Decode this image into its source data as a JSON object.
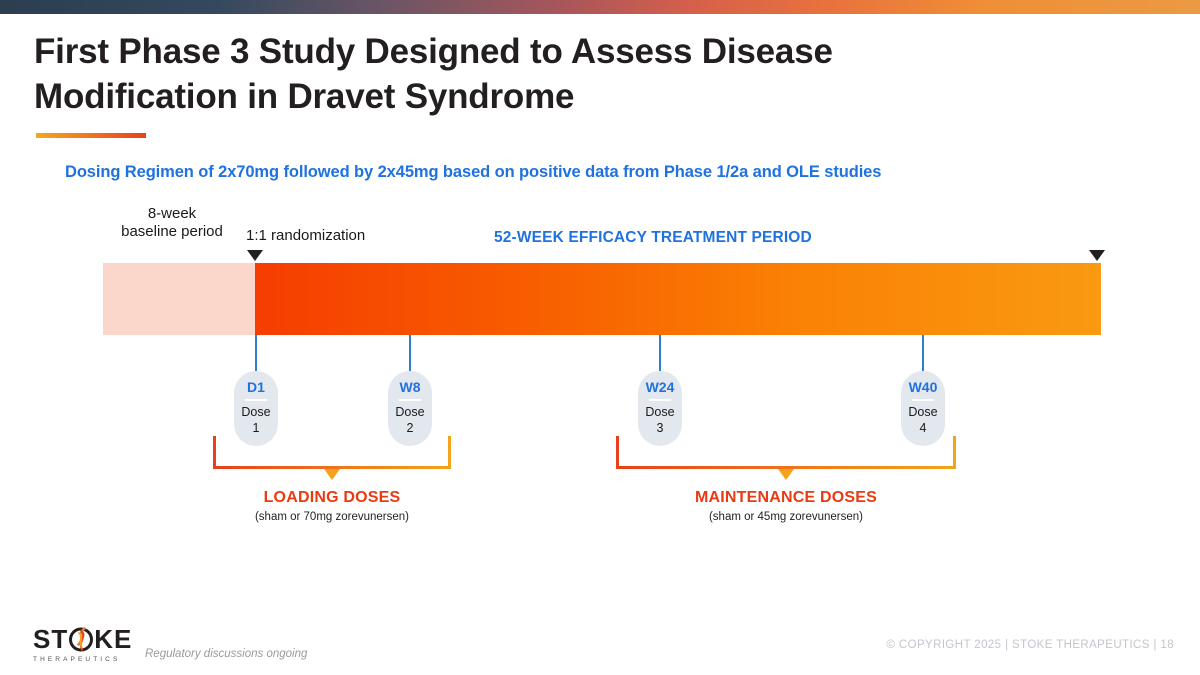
{
  "slide": {
    "title": "First Phase 3 Study Designed to Assess Disease Modification in Dravet Syndrome",
    "subtitle": "Dosing Regimen of 2x70mg followed by 2x45mg based on positive data from Phase 1/2a and OLE studies"
  },
  "timeline": {
    "baseline_label": "8-week\nbaseline period",
    "baseline_label_line1": "8-week",
    "baseline_label_line2": "baseline period",
    "randomization_label": "1:1 randomization",
    "efficacy_label": "52-WEEK EFFICACY TREATMENT PERIOD",
    "doses": [
      {
        "code": "D1",
        "dose_line1": "Dose",
        "dose_line2": "1"
      },
      {
        "code": "W8",
        "dose_line1": "Dose",
        "dose_line2": "2"
      },
      {
        "code": "W24",
        "dose_line1": "Dose",
        "dose_line2": "3"
      },
      {
        "code": "W40",
        "dose_line1": "Dose",
        "dose_line2": "4"
      }
    ],
    "brackets": [
      {
        "title": "LOADING DOSES",
        "subtitle": "(sham or 70mg zorevunersen)"
      },
      {
        "title": "MAINTENANCE DOSES",
        "subtitle": "(sham or 45mg zorevunersen)"
      }
    ]
  },
  "footer": {
    "logo_part1": "ST",
    "logo_part2": "KE",
    "logo_tagline": "THERAPEUTICS",
    "footnote": "Regulatory discussions ongoing",
    "copyright": "© COPYRIGHT 2025  |  STOKE THERAPEUTICS  |  18"
  },
  "colors": {
    "blue": "#1f72e0",
    "red_orange": "#ea3a12",
    "orange": "#f7a01a",
    "bar_start": "#f53d01",
    "bar_end": "#f99a11",
    "baseline_pink": "#fbd7cb",
    "pill_gray": "#e3e8ee"
  }
}
